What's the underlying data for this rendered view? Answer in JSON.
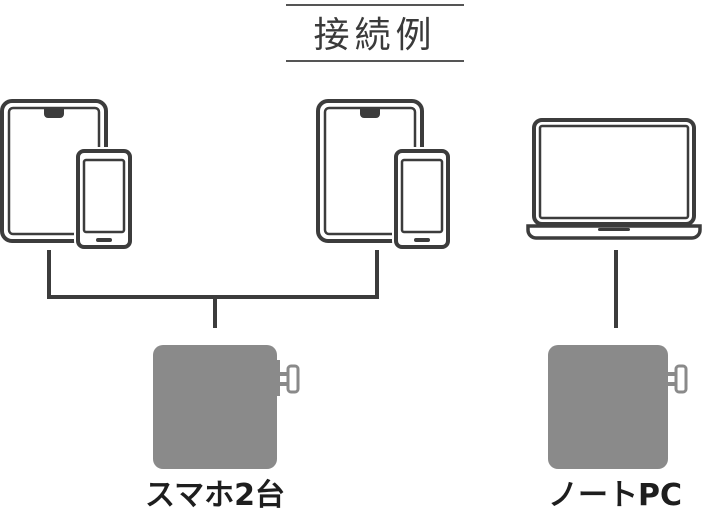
{
  "title": "接続例",
  "labels": {
    "left": "スマホ2台",
    "right": "ノートPC"
  },
  "colors": {
    "outline": "#3c3c3c",
    "charger": "#8a8a8a",
    "background": "#ffffff"
  },
  "icons": {
    "tablet": "tablet-icon",
    "phone": "smartphone-icon",
    "laptop": "laptop-icon",
    "charger": "charger-icon"
  }
}
